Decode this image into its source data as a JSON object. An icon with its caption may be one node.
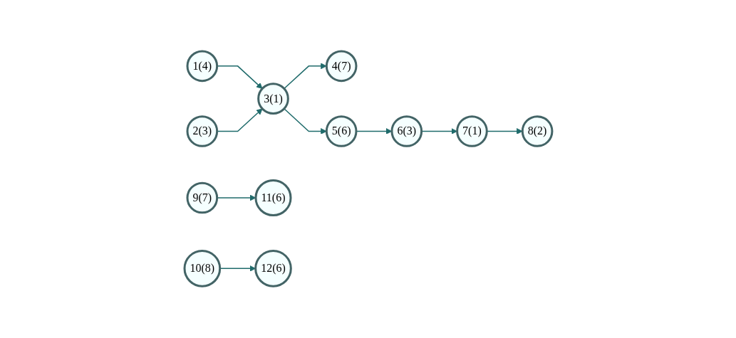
{
  "diagram": {
    "nodes": [
      {
        "text": [
          "1(4)"
        ]
      },
      {
        "text": [
          "2(3)"
        ]
      },
      {
        "text": [
          "3(1)"
        ]
      },
      {
        "text": [
          "4(7)"
        ]
      },
      {
        "text": [
          "5(6)"
        ]
      },
      {
        "text": [
          "6(3)"
        ]
      },
      {
        "text": [
          "7(1)"
        ]
      },
      {
        "text": [
          "8(2)"
        ]
      },
      {
        "text": [
          "9(7)"
        ]
      },
      {
        "text": [
          "10(8)"
        ]
      },
      {
        "text": [
          "11(6)"
        ]
      },
      {
        "text": [
          "12(6)"
        ]
      }
    ],
    "edges": [
      {
        "from": 0,
        "to": 2,
        "arrow": "to"
      },
      {
        "from": 1,
        "to": 2,
        "arrow": "to"
      },
      {
        "from": 2,
        "to": 3,
        "arrow": "to"
      },
      {
        "from": 2,
        "to": 4,
        "arrow": "to"
      },
      {
        "from": 4,
        "to": 5,
        "arrow": "to"
      },
      {
        "from": 5,
        "to": 6,
        "arrow": "to"
      },
      {
        "from": 6,
        "to": 7,
        "arrow": "to"
      },
      {
        "from": 8,
        "to": 10,
        "arrow": "to"
      },
      {
        "from": 9,
        "to": 11,
        "arrow": "to"
      }
    ]
  }
}
